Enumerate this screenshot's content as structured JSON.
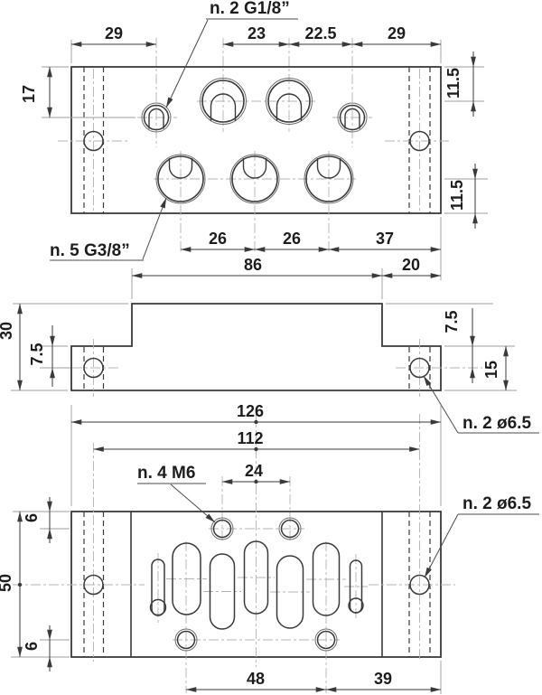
{
  "labels": {
    "small_ports": "n. 2  G1/8”",
    "large_ports": "n. 5  G3/8”",
    "front_holes": "n. 2  ø6.5",
    "bottom_holes": "n. 2  ø6.5",
    "thread_holes": "n. 4  M6"
  },
  "top_view": {
    "h_top": [
      "29",
      "23",
      "22.5",
      "29"
    ],
    "h_bottom": [
      "26",
      "26",
      "37"
    ],
    "v_left": "17",
    "v_right_top": "11.5",
    "v_right_bottom": "11.5"
  },
  "front_view": {
    "center_width": "86",
    "flange_width": "20",
    "total_height": "30",
    "hole_offset_left": "7.5",
    "hole_offset_right": "7.5",
    "flange_height": "15"
  },
  "bottom_view": {
    "total_width": "126",
    "hole_spacing": "112",
    "thread_top_spacing": "24",
    "top_edge_offset": "6",
    "total_height": "50",
    "bottom_edge_offset": "6",
    "thread_bottom_spacing": "48",
    "thread_to_edge": "39"
  }
}
